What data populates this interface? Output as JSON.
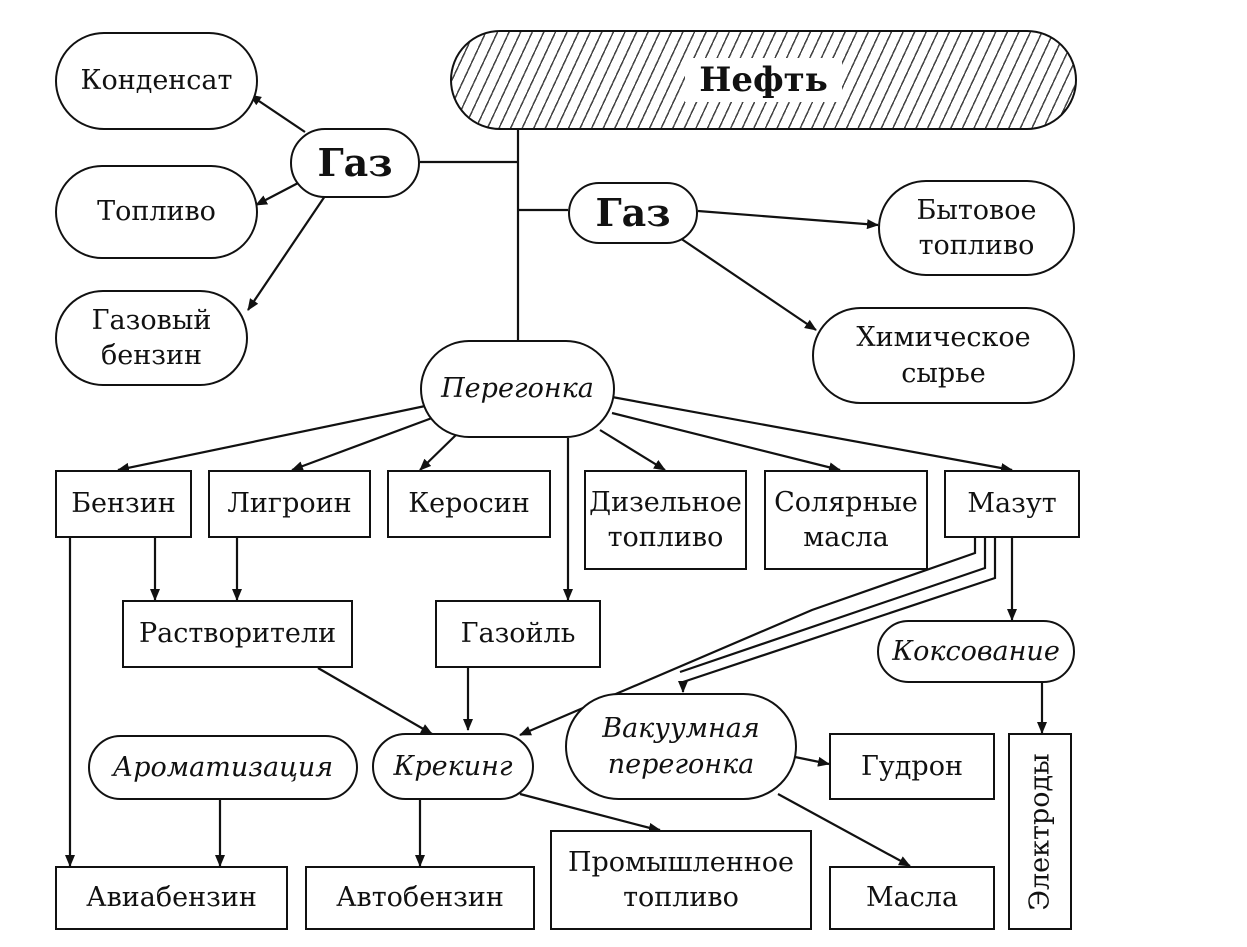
{
  "nodes": {
    "neft": "Нефть",
    "gas_left": "Газ",
    "gas_right": "Газ",
    "kondensat": "Конденсат",
    "toplivo": "Топливо",
    "gazovyi_benzin": "Газовый\nбензин",
    "bytovoe_toplivo": "Бытовое\nтопливо",
    "himicheskoe_syrye": "Химическое\nсырье",
    "peregonka": "Перегонка",
    "benzin": "Бензин",
    "ligroin": "Лигроин",
    "kerosin": "Керосин",
    "dizelnoe_toplivo": "Дизельное\nтопливо",
    "solyarnye_masla": "Солярные\nмасла",
    "mazut": "Мазут",
    "rastvoriteli": "Растворители",
    "gazoil": "Газойль",
    "koksovanie": "Коксование",
    "aromatizaciya": "Ароматизация",
    "kreking": "Крекинг",
    "vakuumnaya_peregonka": "Вакуумная\nперегонка",
    "gudron": "Гудрон",
    "elektrody": "Электроды",
    "aviabenzin": "Авиабензин",
    "avtobenzin": "Автобензин",
    "promyshlennoe_toplivo": "Промышленное\nтопливо",
    "masla": "Масла"
  }
}
